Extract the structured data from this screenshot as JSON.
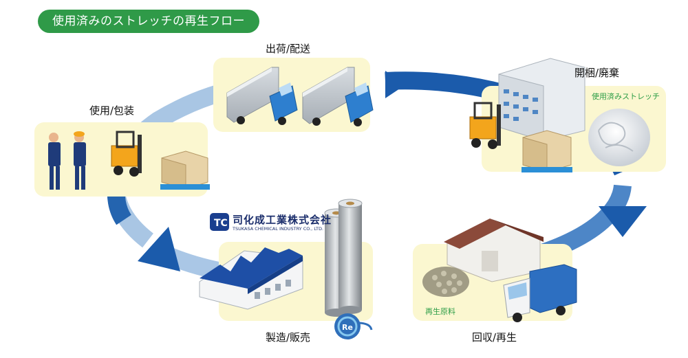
{
  "title": "使用済みのストレッチの再生フロー",
  "stages": {
    "shipping": "出荷/配送",
    "unpacking": "開梱/廃棄",
    "usage": "使用/包装",
    "collection": "回収/再生",
    "manufacturing": "製造/販売"
  },
  "callouts": {
    "used_stretch": "使用済みストレッチ",
    "recycled_material": "再生原料"
  },
  "company": {
    "name_jp": "司化成工業株式会社",
    "name_en": "TSUKASA CHEMICAL INDUSTRY CO., LTD."
  },
  "colors": {
    "title_bg": "#2f9a48",
    "arrow_dark": "#1857a8",
    "arrow_light": "#aac7e6",
    "panel_bg": "#fbf7d0"
  }
}
